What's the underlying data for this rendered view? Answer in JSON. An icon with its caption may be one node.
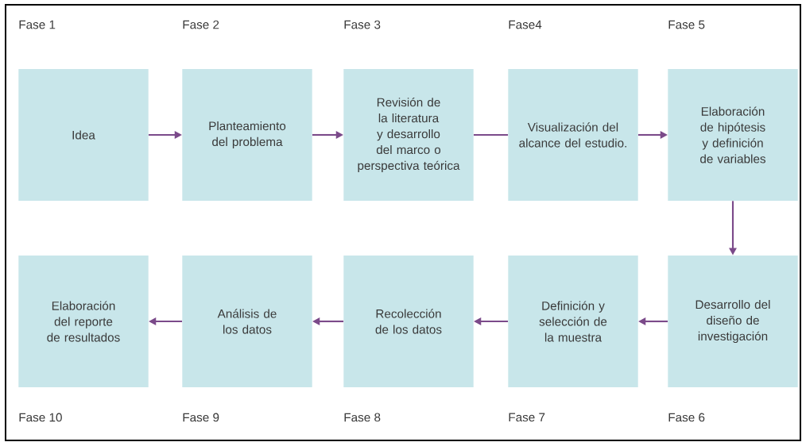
{
  "diagram": {
    "nodes": [
      {
        "text": [
          "Idea"
        ],
        "beside": [
          "Fase 1"
        ]
      },
      {
        "text": [
          "Planteamiento del problema"
        ],
        "beside": [
          "Fase 2"
        ]
      },
      {
        "text": [
          "Revisión de la literatura y desarrollo del marco o perspectiva teórica"
        ],
        "beside": [
          "Fase 3"
        ]
      },
      {
        "text": [
          "Visualización del alcance del estudio."
        ],
        "beside": [
          "Fase4"
        ]
      },
      {
        "text": [
          "Elaboración de hipótesis y definición de variables"
        ],
        "beside": [
          "Fase 5"
        ]
      },
      {
        "text": [
          "Desarrollo del diseño de investigación"
        ],
        "beside": [
          "Fase 6"
        ]
      },
      {
        "text": [
          "Definición y selección de la muestra"
        ],
        "beside": [
          "Fase 7"
        ]
      },
      {
        "text": [
          "Recolección de los datos"
        ],
        "beside": [
          "Fase 8"
        ]
      },
      {
        "text": [
          "Análisis de los datos"
        ],
        "beside": [
          "Fase 9"
        ]
      },
      {
        "text": [
          "Elaboración del reporte de resultados"
        ],
        "beside": [
          "Fase 10"
        ]
      }
    ],
    "edges": [
      {
        "from": 0,
        "to": 1,
        "arrow": "to"
      },
      {
        "from": 1,
        "to": 2,
        "arrow": "to"
      },
      {
        "from": 2,
        "to": 3,
        "arrow": "none"
      },
      {
        "from": 3,
        "to": 4,
        "arrow": "to"
      },
      {
        "from": 4,
        "to": 5,
        "arrow": "to"
      },
      {
        "from": 5,
        "to": 6,
        "arrow": "to"
      },
      {
        "from": 6,
        "to": 7,
        "arrow": "to"
      },
      {
        "from": 7,
        "to": 8,
        "arrow": "to"
      },
      {
        "from": 8,
        "to": 9,
        "arrow": "to"
      }
    ]
  }
}
